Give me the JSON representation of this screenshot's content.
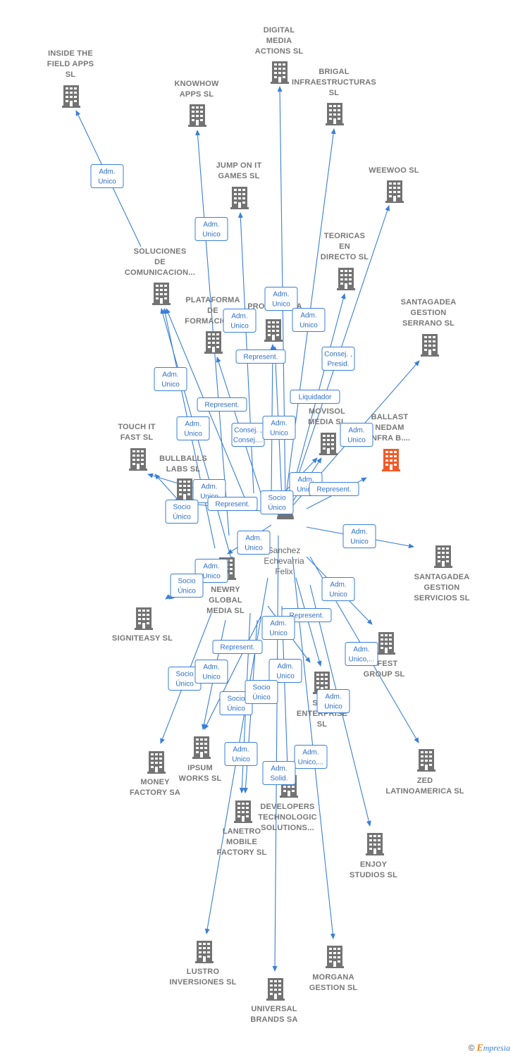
{
  "colors": {
    "edge": "#3a7fd5",
    "building": "#737373",
    "building_highlight": "#f05a28",
    "text": "#777777"
  },
  "person": {
    "lines": [
      "Sanchez",
      "Echevarria",
      "Felix"
    ],
    "icon": "person-icon"
  },
  "companies": [
    {
      "id": "inside",
      "lines": [
        "INSIDE THE",
        "FIELD APPS",
        "SL"
      ]
    },
    {
      "id": "digital",
      "lines": [
        "DIGITAL",
        "MEDIA",
        "ACTIONS  SL"
      ]
    },
    {
      "id": "brigal",
      "lines": [
        "BRIGAL",
        "INFRAESTRUCTURAS",
        "SL"
      ]
    },
    {
      "id": "knowhow",
      "lines": [
        "KNOWHOW",
        "APPS  SL"
      ]
    },
    {
      "id": "jump",
      "lines": [
        "JUMP ON IT",
        "GAMES  SL"
      ]
    },
    {
      "id": "weewoo",
      "lines": [
        "WEEWOO  SL"
      ]
    },
    {
      "id": "soluciones",
      "lines": [
        "SOLUCIONES",
        "DE",
        "COMUNICACION..."
      ]
    },
    {
      "id": "teoricas",
      "lines": [
        "TEORICAS",
        "EN",
        "DIRECTO SL"
      ]
    },
    {
      "id": "plataforma",
      "lines": [
        "PLATAFORMA",
        "DE",
        "FORMACION..."
      ]
    },
    {
      "id": "producciones",
      "lines": [
        "...",
        "PRODUC...  SA"
      ]
    },
    {
      "id": "serrano",
      "lines": [
        "SANTAGADEA",
        "GESTION",
        "SERRANO  SL"
      ]
    },
    {
      "id": "touch",
      "lines": [
        "TOUCH IT",
        "FAST SL"
      ]
    },
    {
      "id": "movisol",
      "lines": [
        "MOVISOL",
        "MEDIA SL"
      ]
    },
    {
      "id": "ballast",
      "lines": [
        "BALLAST",
        "NEDAM",
        "INFRA B...."
      ],
      "highlight": true
    },
    {
      "id": "bullballs",
      "lines": [
        "BULLBALLS",
        "LABS  SL"
      ]
    },
    {
      "id": "servicios",
      "lines": [
        "SANTAGADEA",
        "GESTION",
        "SERVICIOS  SL"
      ]
    },
    {
      "id": "newry",
      "lines": [
        "NEWRY",
        "GLOBAL",
        "MEDIA  SL"
      ]
    },
    {
      "id": "signiteasy",
      "lines": [
        "SIGNITEASY SL"
      ]
    },
    {
      "id": "fest",
      "lines": [
        "...FEST",
        "GROUP  SL"
      ]
    },
    {
      "id": "silicon",
      "lines": [
        "SIL...",
        "ENTERPRISE",
        "SL"
      ]
    },
    {
      "id": "money",
      "lines": [
        "MONEY",
        "FACTORY SA"
      ]
    },
    {
      "id": "ipsum",
      "lines": [
        "IPSUM",
        "WORKS  SL"
      ]
    },
    {
      "id": "zed",
      "lines": [
        "ZED",
        "LATINOAMERICA SL"
      ]
    },
    {
      "id": "developers",
      "lines": [
        "DEVELOPERS",
        "TECHNOLOGIC",
        "SOLUTIONS..."
      ]
    },
    {
      "id": "lanetro",
      "lines": [
        "LANETRO",
        "MOBILE",
        "FACTORY SL"
      ]
    },
    {
      "id": "enjoy",
      "lines": [
        "ENJOY",
        "STUDIOS  SL"
      ]
    },
    {
      "id": "lustro",
      "lines": [
        "LUSTRO",
        "INVERSIONES SL"
      ]
    },
    {
      "id": "morgana",
      "lines": [
        "MORGANA",
        "GESTION  SL"
      ]
    },
    {
      "id": "universal",
      "lines": [
        "UNIVERSAL",
        "BRANDS SA"
      ]
    }
  ],
  "relations": [
    {
      "target": "inside",
      "lines": [
        "Adm.",
        "Unico"
      ]
    },
    {
      "target": "knowhow",
      "lines": [
        "Adm.",
        "Unico"
      ]
    },
    {
      "target": "digital",
      "lines": [
        "Adm.",
        "Unico"
      ]
    },
    {
      "target": "plataforma",
      "lines": [
        "Adm.",
        "Unico"
      ]
    },
    {
      "target": "brigal",
      "lines": [
        "Adm.",
        "Unico"
      ]
    },
    {
      "target": "producciones",
      "lines": [
        "Represent."
      ]
    },
    {
      "target": "teoricas",
      "lines": [
        "Consej. ,",
        "Presid."
      ]
    },
    {
      "target": "weewoo",
      "lines": [
        "Liquidador"
      ]
    },
    {
      "target": "soluciones",
      "lines": [
        "Adm.",
        "Unico"
      ]
    },
    {
      "target": "soluciones",
      "lines": [
        "Represent."
      ]
    },
    {
      "target": "soluciones",
      "lines": [
        "Adm.",
        "Unico"
      ]
    },
    {
      "target": "jump",
      "lines": [
        "Consej. ,",
        "Consej...."
      ]
    },
    {
      "target": "producciones",
      "lines": [
        "Adm.",
        "Unico"
      ]
    },
    {
      "target": "serrano",
      "lines": [
        "Adm.",
        "Unico"
      ]
    },
    {
      "target": "movisol",
      "lines": [
        "Adm.",
        "Unico"
      ]
    },
    {
      "target": "ballast",
      "lines": [
        "Represent."
      ]
    },
    {
      "target": "touch",
      "lines": [
        "Adm.",
        "Unico"
      ]
    },
    {
      "target": "bullballs",
      "lines": [
        "Represent."
      ]
    },
    {
      "target": "touch",
      "lines": [
        "Socio",
        "Único"
      ]
    },
    {
      "target": "movisol",
      "lines": [
        "Socio",
        "Único"
      ]
    },
    {
      "target": "servicios",
      "lines": [
        "Adm.",
        "Unico"
      ]
    },
    {
      "target": "newry",
      "lines": [
        "Adm.",
        "Unico"
      ]
    },
    {
      "target": "signiteasy",
      "lines": [
        "Adm.",
        "Unico"
      ]
    },
    {
      "target": "signiteasy",
      "lines": [
        "Socio",
        "Único"
      ]
    },
    {
      "target": "fest",
      "lines": [
        "Adm.",
        "Unico"
      ]
    },
    {
      "target": "silicon",
      "lines": [
        "Represent."
      ]
    },
    {
      "target": "silicon",
      "lines": [
        "Adm.",
        "Unico"
      ]
    },
    {
      "target": "zed",
      "lines": [
        "Adm.",
        "Unico,..."
      ]
    },
    {
      "target": "money",
      "lines": [
        "Socio",
        "Único"
      ]
    },
    {
      "target": "ipsum",
      "lines": [
        "Represent."
      ]
    },
    {
      "target": "ipsum",
      "lines": [
        "Adm.",
        "Unico"
      ]
    },
    {
      "target": "developers",
      "lines": [
        "Adm.",
        "Unico"
      ]
    },
    {
      "target": "lanetro",
      "lines": [
        "Socio",
        "Único"
      ]
    },
    {
      "target": "lanetro",
      "lines": [
        "Socio",
        "Único"
      ]
    },
    {
      "target": "enjoy",
      "lines": [
        "Adm.",
        "Unico"
      ]
    },
    {
      "target": "lustro",
      "lines": [
        "Adm.",
        "Unico"
      ]
    },
    {
      "target": "morgana",
      "lines": [
        "Adm.",
        "Unico,..."
      ]
    },
    {
      "target": "universal",
      "lines": [
        "Adm.",
        "Solid."
      ]
    }
  ],
  "footer": {
    "copyright": "©",
    "brand_initial": "E",
    "brand_rest": "mpresia"
  }
}
